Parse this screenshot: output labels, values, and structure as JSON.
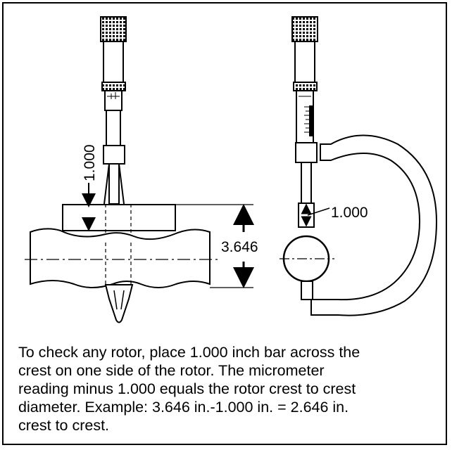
{
  "diagram": {
    "bar_label": "1.000",
    "overall_label": "3.646",
    "right_bar_label": "1.000"
  },
  "caption": {
    "lines": [
      "To check any rotor, place 1.000 inch bar across the",
      "crest on one side of the rotor. The micrometer",
      "reading minus 1.000 equals the rotor crest to crest",
      "diameter. Example: 3.646 in.-1.000 in. = 2.646 in.",
      "crest to crest."
    ]
  }
}
